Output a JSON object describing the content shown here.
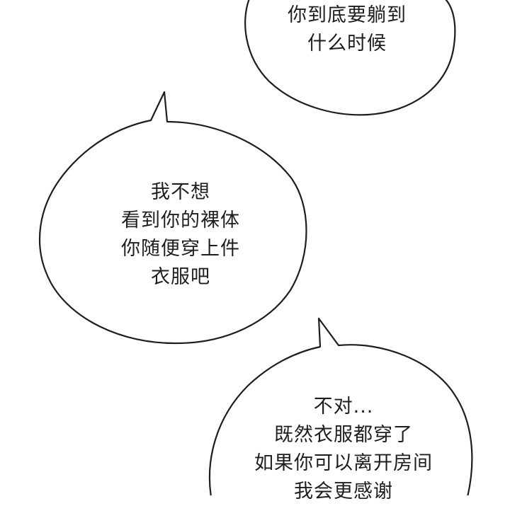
{
  "colors": {
    "background": "#ffffff",
    "ink": "#1e1e1e"
  },
  "bubbles": [
    {
      "lines": [
        "你到底要躺到",
        "什么时候"
      ]
    },
    {
      "lines": [
        "我不想",
        "看到你的裸体",
        "你随便穿上件",
        "衣服吧"
      ]
    },
    {
      "lines": [
        "不对...",
        "既然衣服都穿了",
        "如果你可以离开房间",
        "我会更感谢"
      ]
    }
  ]
}
